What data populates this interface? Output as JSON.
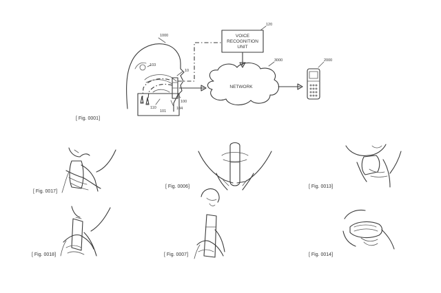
{
  "figures": {
    "main": {
      "caption": "[ Fig. 0001]",
      "refs": {
        "head": "1000",
        "point": "103",
        "device": "10",
        "sensor": "100",
        "tube": "110",
        "part": "101",
        "box": "104",
        "vru": "120",
        "network": "3000",
        "phone": "2000"
      },
      "vru_lines": [
        "VOICE",
        "RECOGNITION",
        "UNIT"
      ],
      "network_label": "NETWORK"
    },
    "f17": {
      "caption": "[ Fig. 0017]"
    },
    "f18": {
      "caption": "[ Fig. 0018]"
    },
    "f06": {
      "caption": "[ Fig. 0006]"
    },
    "f07": {
      "caption": "[ Fig. 0007]"
    },
    "f13": {
      "caption": "[ Fig. 0013]"
    },
    "f14": {
      "caption": "[ Fig. 0014]"
    }
  },
  "colors": {
    "ink": "#3a3a3a",
    "paper": "#ffffff"
  }
}
